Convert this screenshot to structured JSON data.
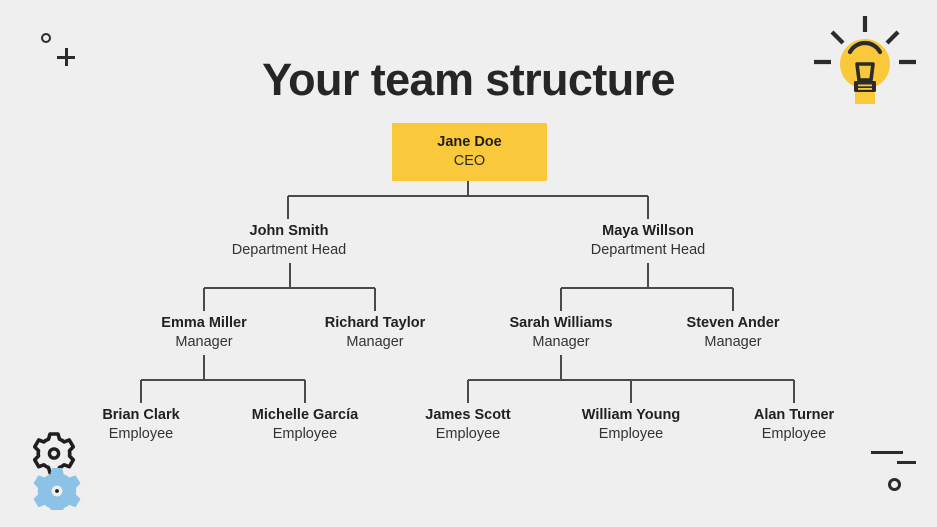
{
  "slide": {
    "title": "Your team structure",
    "background_color": "#EFEFEF",
    "accent_color": "#FAC93B",
    "text_color": "#212121",
    "line_color": "#4A4A4A"
  },
  "chart_data": {
    "type": "diagram",
    "diagram_type": "org-chart",
    "title": "Your team structure",
    "levels": 4,
    "nodes": [
      {
        "id": "ceo",
        "name": "Jane Doe",
        "role": "CEO",
        "level": 0,
        "parent": null,
        "highlight": true
      },
      {
        "id": "dh1",
        "name": "John Smith",
        "role": "Department Head",
        "level": 1,
        "parent": "ceo",
        "highlight": false
      },
      {
        "id": "dh2",
        "name": "Maya Willson",
        "role": "Department Head",
        "level": 1,
        "parent": "ceo",
        "highlight": false
      },
      {
        "id": "mgr1",
        "name": "Emma Miller",
        "role": "Manager",
        "level": 2,
        "parent": "dh1",
        "highlight": false
      },
      {
        "id": "mgr2",
        "name": "Richard Taylor",
        "role": "Manager",
        "level": 2,
        "parent": "dh1",
        "highlight": false
      },
      {
        "id": "mgr3",
        "name": "Sarah Williams",
        "role": "Manager",
        "level": 2,
        "parent": "dh2",
        "highlight": false
      },
      {
        "id": "mgr4",
        "name": "Steven Ander",
        "role": "Manager",
        "level": 2,
        "parent": "dh2",
        "highlight": false
      },
      {
        "id": "emp1",
        "name": "Brian Clark",
        "role": "Employee",
        "level": 3,
        "parent": "mgr1",
        "highlight": false
      },
      {
        "id": "emp2",
        "name": "Michelle García",
        "role": "Employee",
        "level": 3,
        "parent": "mgr1",
        "highlight": false
      },
      {
        "id": "emp3",
        "name": "James Scott",
        "role": "Employee",
        "level": 3,
        "parent": "mgr3",
        "highlight": false
      },
      {
        "id": "emp4",
        "name": "William Young",
        "role": "Employee",
        "level": 3,
        "parent": "mgr3",
        "highlight": false
      },
      {
        "id": "emp5",
        "name": "Alan Turner",
        "role": "Employee",
        "level": 3,
        "parent": "mgr3",
        "highlight": false
      }
    ]
  },
  "nodes": {
    "ceo": {
      "name": "Jane Doe",
      "role": "CEO"
    },
    "dh1": {
      "name": "John Smith",
      "role": "Department Head"
    },
    "dh2": {
      "name": "Maya Willson",
      "role": "Department Head"
    },
    "mgr1": {
      "name": "Emma Miller",
      "role": "Manager"
    },
    "mgr2": {
      "name": "Richard Taylor",
      "role": "Manager"
    },
    "mgr3": {
      "name": "Sarah Williams",
      "role": "Manager"
    },
    "mgr4": {
      "name": "Steven Ander",
      "role": "Manager"
    },
    "emp1": {
      "name": "Brian Clark",
      "role": "Employee"
    },
    "emp2": {
      "name": "Michelle García",
      "role": "Employee"
    },
    "emp3": {
      "name": "James Scott",
      "role": "Employee"
    },
    "emp4": {
      "name": "William Young",
      "role": "Employee"
    },
    "emp5": {
      "name": "Alan Turner",
      "role": "Employee"
    }
  },
  "decorations": [
    {
      "name": "lightbulb-icon",
      "position": "top-right",
      "color": "#FAC93B"
    },
    {
      "name": "gears-icon",
      "position": "bottom-left",
      "color": "#7FB8E0"
    },
    {
      "name": "circle-outline-icon",
      "position": "top-left",
      "color": "#2B2B2B"
    },
    {
      "name": "plus-icon",
      "position": "top-left",
      "color": "#2B2B2B"
    },
    {
      "name": "dash-icon",
      "position": "bottom-right",
      "color": "#2B2B2B"
    },
    {
      "name": "circle-outline-icon",
      "position": "bottom-right",
      "color": "#2B2B2B"
    }
  ]
}
